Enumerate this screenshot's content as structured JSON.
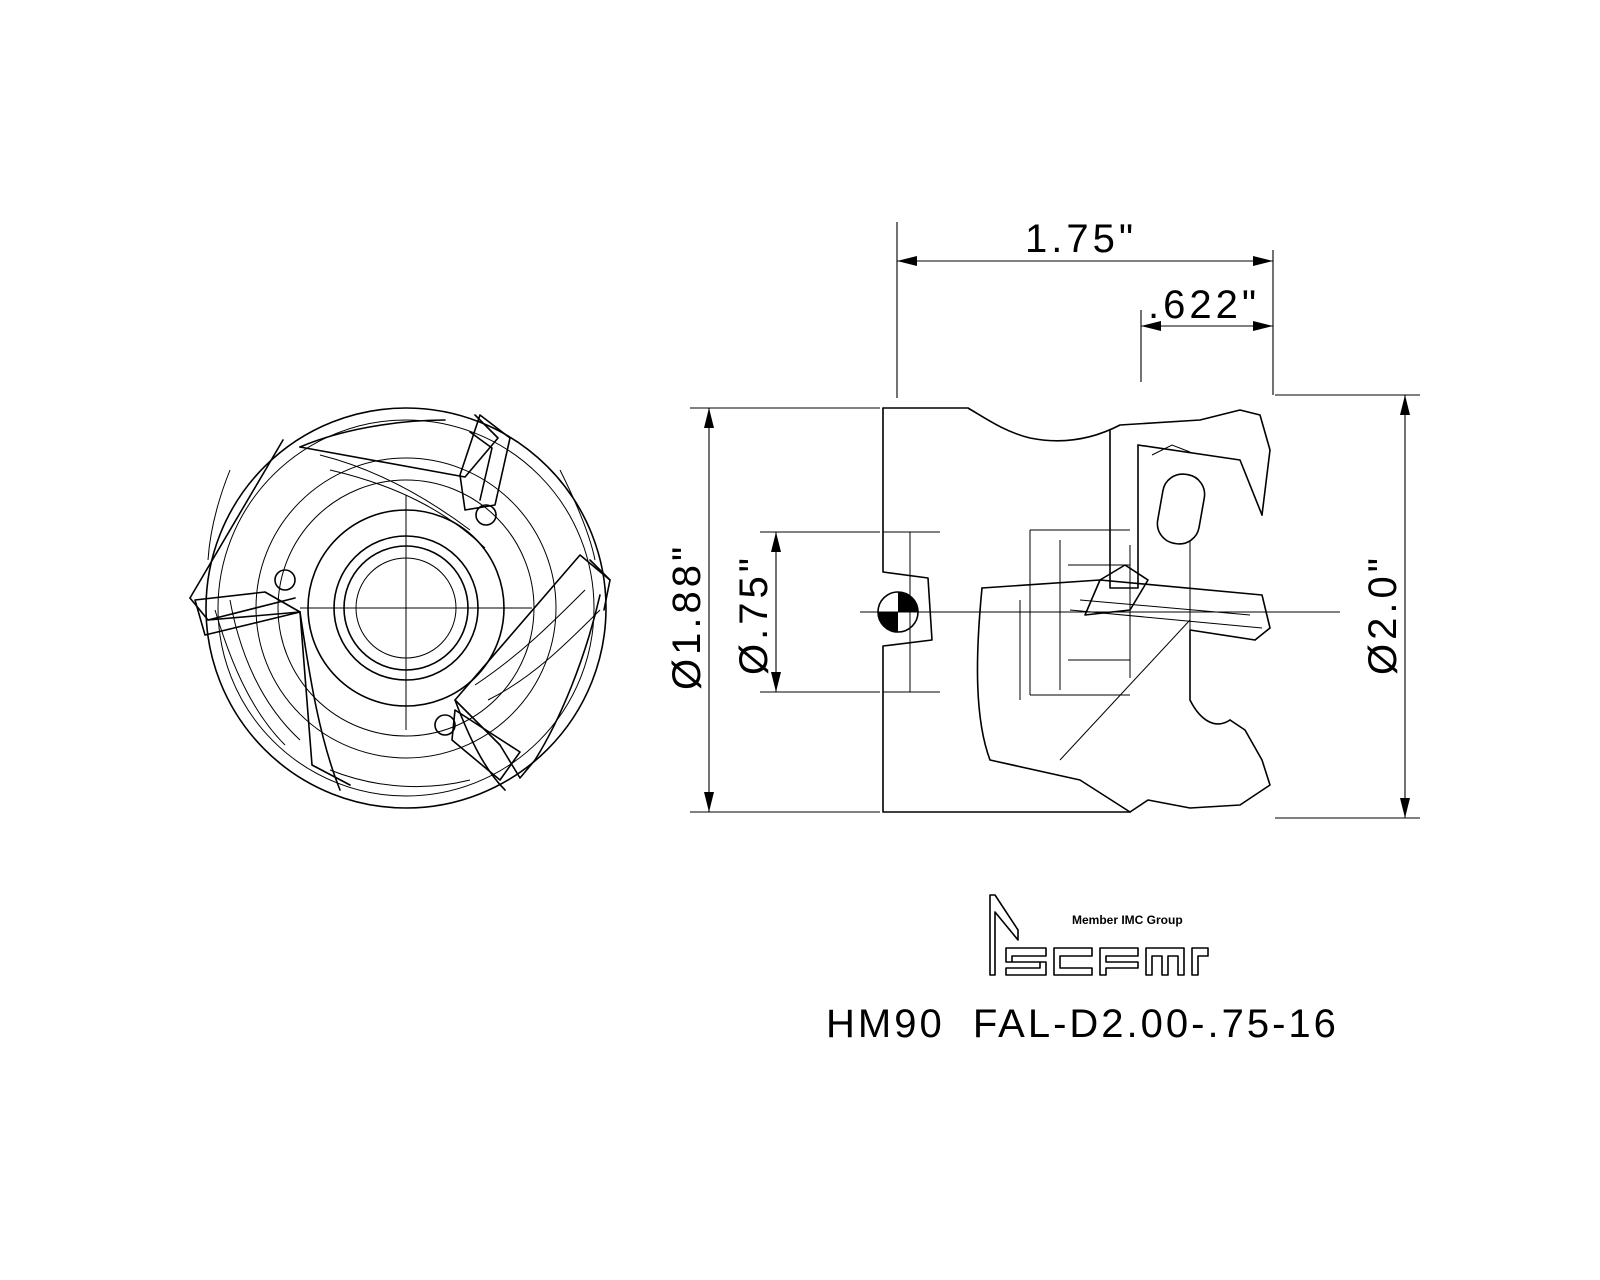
{
  "drawing": {
    "part_number": "HM90  FAL-D2.00-.75-16",
    "dimensions": {
      "overall_length": "1.75\"",
      "insert_offset": ".622\"",
      "body_diameter": "Ø1.88\"",
      "bore_diameter": "Ø.75\"",
      "cutting_diameter": "Ø2.0\""
    },
    "logo": {
      "brand": "iscar",
      "tagline": "Member IMC Group"
    }
  }
}
